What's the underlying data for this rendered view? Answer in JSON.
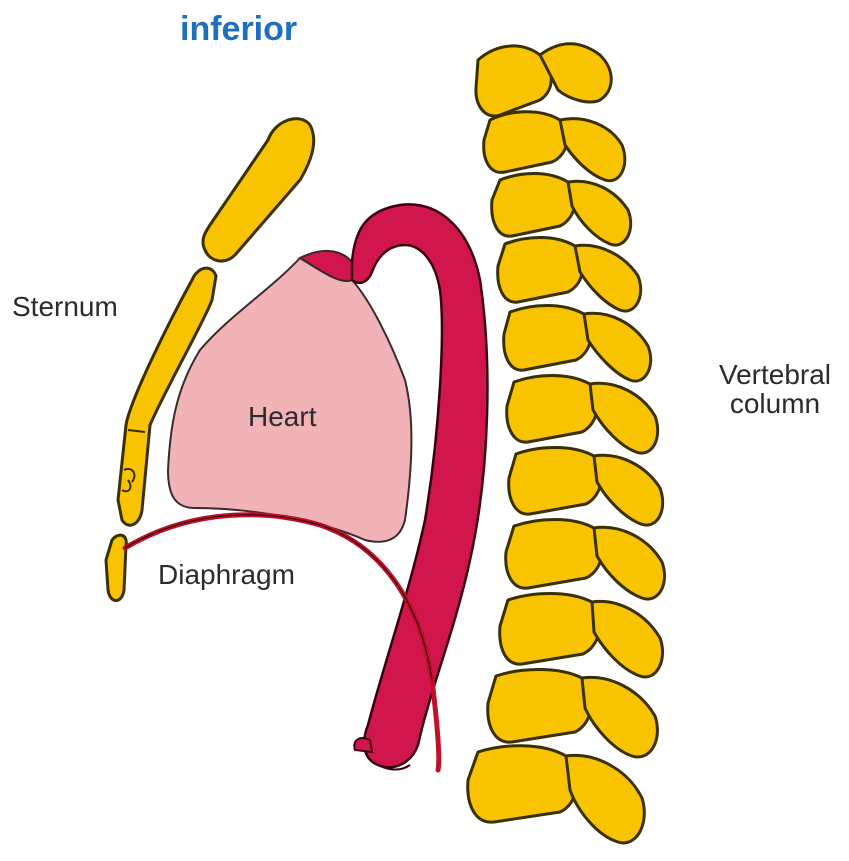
{
  "title": "inferior",
  "labels": {
    "sternum": "Sternum",
    "heart": "Heart",
    "diaphragm": "Diaphragm",
    "vertebral_line1": "Vertebral",
    "vertebral_line2": "column"
  },
  "colors": {
    "bone": "#f8c300",
    "bone_outline": "#3a3000",
    "aorta": "#d0164a",
    "heart_fill": "#f2b3b8",
    "heart_cap": "#d0164a",
    "diaphragm": "#c0102a",
    "title": "#1f6fbf",
    "label_text": "#2b2b2b"
  }
}
